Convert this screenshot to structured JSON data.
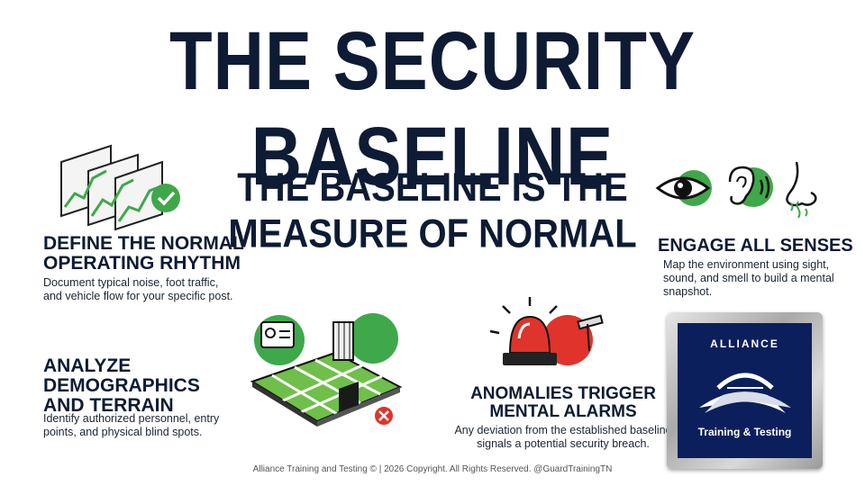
{
  "title": "THE SECURITY BASELINE",
  "center": {
    "line1": "THE BASELINE IS THE",
    "line2": "MEASURE OF NORMAL"
  },
  "sections": {
    "rhythm": {
      "heading1": "DEFINE THE NORMAL",
      "heading2": "OPERATING RHYTHM",
      "body1": "Document typical noise, foot traffic,",
      "body2": "and vehicle flow for your specific post."
    },
    "senses": {
      "heading": "ENGAGE ALL SENSES",
      "body1": "Map the environment using sight,",
      "body2": "sound, and smell to build a mental",
      "body3": "snapshot."
    },
    "terrain": {
      "heading1": "ANALYZE",
      "heading2": "DEMOGRAPHICS",
      "heading3": "AND TERRAIN",
      "body1": "Identify authorized personnel, entry",
      "body2": "points, and physical blind spots."
    },
    "alarms": {
      "heading1": "ANOMALIES TRIGGER",
      "heading2": "MENTAL ALARMS",
      "body1": "Any deviation from the established baseline",
      "body2": "signals a potential security breach."
    }
  },
  "logo": {
    "top": "ALLIANCE",
    "bottom": "Training & Testing"
  },
  "footer": "Alliance Training and Testing © | 2026 Copyright. All Rights Reserved. @GuardTrainingTN",
  "colors": {
    "navy": "#0d1b34",
    "green": "#3fa84a",
    "red": "#e0332c",
    "logo_blue": "#0b1f5c"
  },
  "icons": [
    "charts-check-icon",
    "eye-icon",
    "ear-icon",
    "nose-icon",
    "map-icon",
    "alarm-light-icon",
    "logo-icon"
  ]
}
